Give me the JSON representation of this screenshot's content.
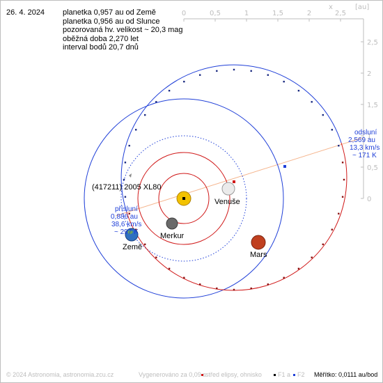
{
  "date": "26. 4. 2024",
  "info": [
    "planetka 0,957 au od Země",
    "planetka 0,956 au od Slunce",
    "pozorovaná hv. velikost ~ 20,3 mag",
    "oběžná doba 2,270 let",
    "interval bodů 20,7 dnů"
  ],
  "axes": {
    "x_label": "x",
    "unit_label": "[au]",
    "x_ticks": [
      "0",
      "0,5",
      "1",
      "1,5",
      "2",
      "2,5"
    ],
    "y_ticks": [
      "2,5",
      "2",
      "1,5",
      "1",
      "0,5",
      "0"
    ]
  },
  "labels": {
    "asteroid": "(417211) 2005 XL80",
    "sun": "",
    "mercury": "Merkur",
    "venus": "Venuše",
    "earth": "Země",
    "mars": "Mars"
  },
  "aphelion": [
    "odsluní",
    "2,569 au",
    "13,3 km/s",
    "~ 171 K"
  ],
  "perihelion": [
    "přísluní",
    "0,886 au",
    "38,6 km/s",
    "~ 297 K"
  ],
  "footer": {
    "copyright": "© 2024 Astronomia, astronomia.zcu.cz",
    "generated": "Vygenerováno za 0,09 s",
    "legend_center": "střed elipsy, ohnisko",
    "legend_f1": "F1 a",
    "legend_f2": "F2",
    "scale": "Měřítko: 0,0111 au/bod"
  },
  "colors": {
    "asteroid_orbit": "#1f3fd8",
    "planet_orbit": "#d01818",
    "earth_orbit": "#1f3fd8",
    "axis": "#bdbdbd",
    "apsis_line": "#f5b48c",
    "sun": "#f2c200",
    "mars": "#c04020",
    "venus": "#e8e8e8",
    "mercury": "#707070",
    "earth": "#2f6fc0"
  }
}
